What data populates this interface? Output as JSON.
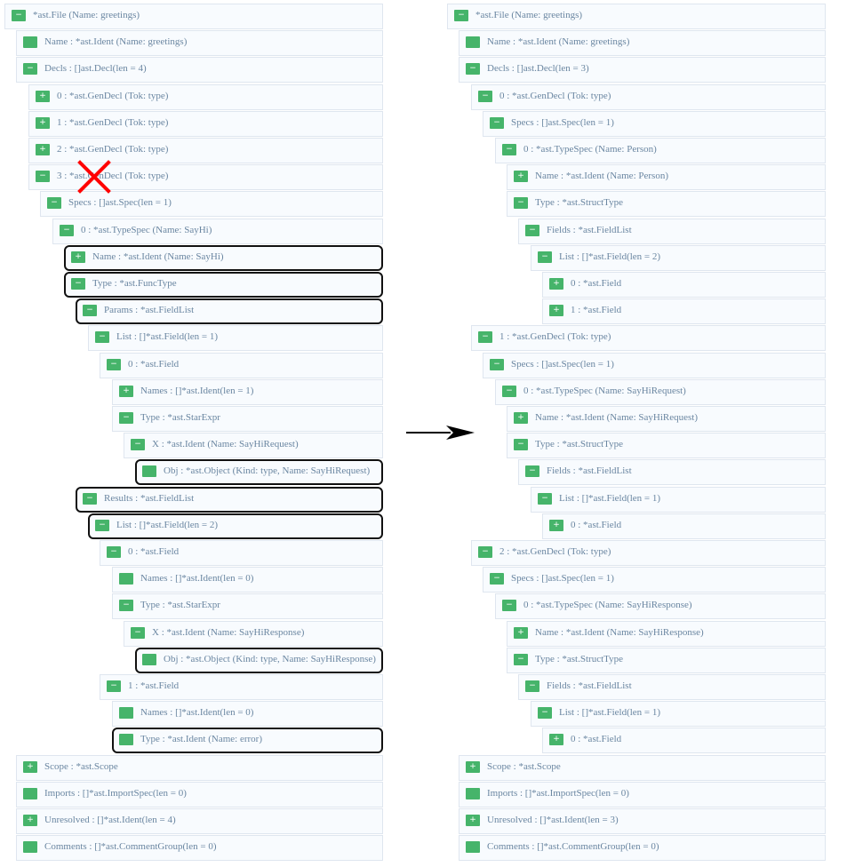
{
  "left_tree": [
    {
      "depth": 0,
      "toggle": "−",
      "label": "*ast.File (Name: greetings)"
    },
    {
      "depth": 1,
      "toggle": "",
      "label": "Name : *ast.Ident (Name: greetings)"
    },
    {
      "depth": 1,
      "toggle": "−",
      "label": "Decls : []ast.Decl(len = 4)"
    },
    {
      "depth": 2,
      "toggle": "+",
      "label": "0 : *ast.GenDecl (Tok: type)"
    },
    {
      "depth": 2,
      "toggle": "+",
      "label": "1 : *ast.GenDecl (Tok: type)"
    },
    {
      "depth": 2,
      "toggle": "+",
      "label": "2 : *ast.GenDecl (Tok: type)"
    },
    {
      "depth": 2,
      "toggle": "−",
      "label": "3 : *ast.GenDecl (Tok: type)"
    },
    {
      "depth": 3,
      "toggle": "−",
      "label": "Specs : []ast.Spec(len = 1)"
    },
    {
      "depth": 4,
      "toggle": "−",
      "label": "0 : *ast.TypeSpec (Name: SayHi)"
    },
    {
      "depth": 5,
      "toggle": "+",
      "label": "Name : *ast.Ident (Name: SayHi)",
      "highlight": true
    },
    {
      "depth": 5,
      "toggle": "−",
      "label": "Type : *ast.FuncType",
      "highlight": true
    },
    {
      "depth": 6,
      "toggle": "−",
      "label": "Params : *ast.FieldList",
      "highlight": true
    },
    {
      "depth": 7,
      "toggle": "−",
      "label": "List : []*ast.Field(len = 1)"
    },
    {
      "depth": 8,
      "toggle": "−",
      "label": "0 : *ast.Field"
    },
    {
      "depth": 9,
      "toggle": "+",
      "label": "Names : []*ast.Ident(len = 1)"
    },
    {
      "depth": 9,
      "toggle": "−",
      "label": "Type : *ast.StarExpr"
    },
    {
      "depth": 10,
      "toggle": "−",
      "label": "X : *ast.Ident (Name: SayHiRequest)"
    },
    {
      "depth": 11,
      "toggle": "",
      "label": "Obj : *ast.Object (Kind: type, Name: SayHiRequest)",
      "highlight": true
    },
    {
      "depth": 6,
      "toggle": "−",
      "label": "Results : *ast.FieldList",
      "highlight": true
    },
    {
      "depth": 7,
      "toggle": "−",
      "label": "List : []*ast.Field(len = 2)",
      "highlight": true
    },
    {
      "depth": 8,
      "toggle": "−",
      "label": "0 : *ast.Field"
    },
    {
      "depth": 9,
      "toggle": "",
      "label": "Names : []*ast.Ident(len = 0)"
    },
    {
      "depth": 9,
      "toggle": "−",
      "label": "Type : *ast.StarExpr"
    },
    {
      "depth": 10,
      "toggle": "−",
      "label": "X : *ast.Ident (Name: SayHiResponse)"
    },
    {
      "depth": 11,
      "toggle": "",
      "label": "Obj : *ast.Object (Kind: type, Name: SayHiResponse)",
      "highlight": true
    },
    {
      "depth": 8,
      "toggle": "−",
      "label": "1 : *ast.Field"
    },
    {
      "depth": 9,
      "toggle": "",
      "label": "Names : []*ast.Ident(len = 0)"
    },
    {
      "depth": 9,
      "toggle": "",
      "label": "Type : *ast.Ident (Name: error)",
      "highlight": true
    },
    {
      "depth": 1,
      "toggle": "+",
      "label": "Scope : *ast.Scope"
    },
    {
      "depth": 1,
      "toggle": "",
      "label": "Imports : []*ast.ImportSpec(len = 0)"
    },
    {
      "depth": 1,
      "toggle": "+",
      "label": "Unresolved : []*ast.Ident(len = 4)"
    },
    {
      "depth": 1,
      "toggle": "",
      "label": "Comments : []*ast.CommentGroup(len = 0)"
    }
  ],
  "right_tree": [
    {
      "depth": 0,
      "toggle": "−",
      "label": "*ast.File (Name: greetings)"
    },
    {
      "depth": 1,
      "toggle": "",
      "label": "Name : *ast.Ident (Name: greetings)"
    },
    {
      "depth": 1,
      "toggle": "−",
      "label": "Decls : []ast.Decl(len = 3)"
    },
    {
      "depth": 2,
      "toggle": "−",
      "label": "0 : *ast.GenDecl (Tok: type)"
    },
    {
      "depth": 3,
      "toggle": "−",
      "label": "Specs : []ast.Spec(len = 1)"
    },
    {
      "depth": 4,
      "toggle": "−",
      "label": "0 : *ast.TypeSpec (Name: Person)"
    },
    {
      "depth": 5,
      "toggle": "+",
      "label": "Name : *ast.Ident (Name: Person)"
    },
    {
      "depth": 5,
      "toggle": "−",
      "label": "Type : *ast.StructType"
    },
    {
      "depth": 6,
      "toggle": "−",
      "label": "Fields : *ast.FieldList"
    },
    {
      "depth": 7,
      "toggle": "−",
      "label": "List : []*ast.Field(len = 2)"
    },
    {
      "depth": 8,
      "toggle": "+",
      "label": "0 : *ast.Field"
    },
    {
      "depth": 8,
      "toggle": "+",
      "label": "1 : *ast.Field"
    },
    {
      "depth": 2,
      "toggle": "−",
      "label": "1 : *ast.GenDecl (Tok: type)"
    },
    {
      "depth": 3,
      "toggle": "−",
      "label": "Specs : []ast.Spec(len = 1)"
    },
    {
      "depth": 4,
      "toggle": "−",
      "label": "0 : *ast.TypeSpec (Name: SayHiRequest)"
    },
    {
      "depth": 5,
      "toggle": "+",
      "label": "Name : *ast.Ident (Name: SayHiRequest)"
    },
    {
      "depth": 5,
      "toggle": "−",
      "label": "Type : *ast.StructType"
    },
    {
      "depth": 6,
      "toggle": "−",
      "label": "Fields : *ast.FieldList"
    },
    {
      "depth": 7,
      "toggle": "−",
      "label": "List : []*ast.Field(len = 1)"
    },
    {
      "depth": 8,
      "toggle": "+",
      "label": "0 : *ast.Field"
    },
    {
      "depth": 2,
      "toggle": "−",
      "label": "2 : *ast.GenDecl (Tok: type)"
    },
    {
      "depth": 3,
      "toggle": "−",
      "label": "Specs : []ast.Spec(len = 1)"
    },
    {
      "depth": 4,
      "toggle": "−",
      "label": "0 : *ast.TypeSpec (Name: SayHiResponse)"
    },
    {
      "depth": 5,
      "toggle": "+",
      "label": "Name : *ast.Ident (Name: SayHiResponse)"
    },
    {
      "depth": 5,
      "toggle": "−",
      "label": "Type : *ast.StructType"
    },
    {
      "depth": 6,
      "toggle": "−",
      "label": "Fields : *ast.FieldList"
    },
    {
      "depth": 7,
      "toggle": "−",
      "label": "List : []*ast.Field(len = 1)"
    },
    {
      "depth": 8,
      "toggle": "+",
      "label": "0 : *ast.Field"
    },
    {
      "depth": 1,
      "toggle": "+",
      "label": "Scope : *ast.Scope"
    },
    {
      "depth": 1,
      "toggle": "",
      "label": "Imports : []*ast.ImportSpec(len = 0)"
    },
    {
      "depth": 1,
      "toggle": "+",
      "label": "Unresolved : []*ast.Ident(len = 3)"
    },
    {
      "depth": 1,
      "toggle": "",
      "label": "Comments : []*ast.CommentGroup(len = 0)"
    }
  ],
  "colors": {
    "toggle_fill": "#46b46a",
    "row_background": "#f8fbfe",
    "row_border": "#dfe6ef",
    "label_text": "#6a86a1",
    "highlight_border": "#111111",
    "cross_mark": "#ff0000",
    "arrow": "#000000"
  },
  "icons": {
    "removed_marker": "red-x-cross-icon",
    "transform_arrow": "right-arrow-icon"
  }
}
